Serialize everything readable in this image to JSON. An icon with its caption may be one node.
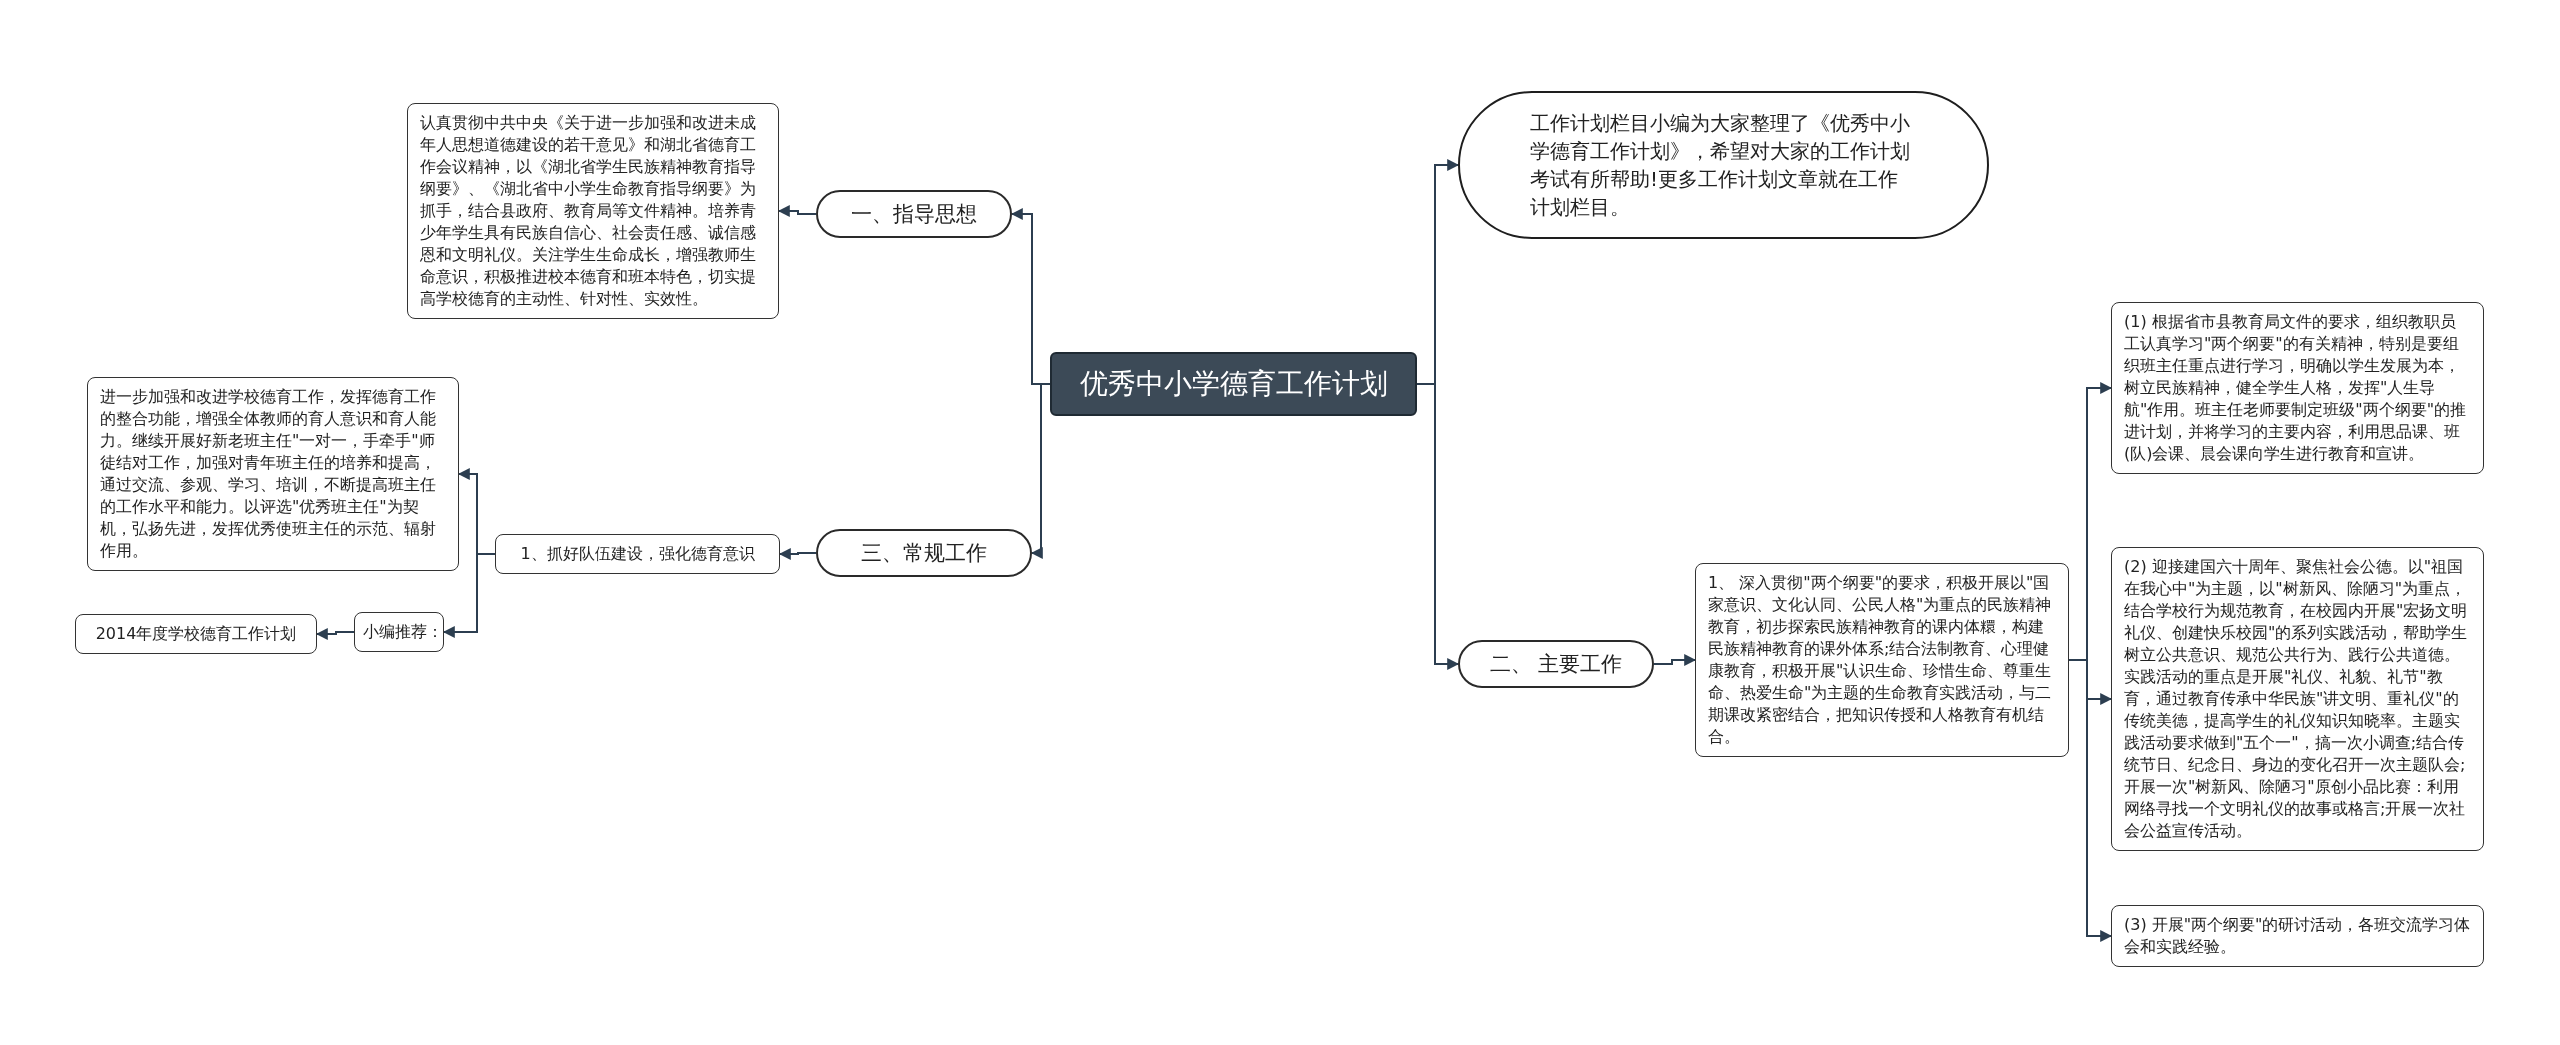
{
  "diagram": {
    "nodes": [
      {
        "text": [
          "优秀中小学德育工作计划"
        ]
      },
      {
        "text": [
          "工作计划栏目小编为大家整理了《优秀中小学德育工作计划》，希望对大家的工作计划考试有所帮助!更多工作计划文章就在工作计划栏目。"
        ]
      },
      {
        "text": [
          "一、指导思想"
        ]
      },
      {
        "text": [
          "认真贯彻中共中央《关于进一步加强和改进未成年人思想道德建设的若干意见》和湖北省德育工作会议精神，以《湖北省学生民族精神教育指导纲要》、《湖北省中小学生命教育指导纲要》为抓手，结合县政府、教育局等文件精神。培养青少年学生具有民族自信心、社会责任感、诚信感恩和文明礼仪。关注学生生命成长，增强教师生命意识，积极推进校本德育和班本特色，切实提高学校德育的主动性、针对性、实效性。"
        ]
      },
      {
        "text": [
          "二、 主要工作"
        ]
      },
      {
        "text": [
          "1、 深入贯彻\"两个纲要\"的要求，积极开展以\"国家意识、文化认同、公民人格\"为重点的民族精神教育，初步探索民族精神教育的课内体糫，构建民族精神教育的课外体系;结合法制教育、心理健康教育，积极开展\"认识生命、珍惜生命、尊重生命、热爱生命\"为主题的生命教育实践活动，与二期课改紧密结合，把知识传授和人格教育有机结合。"
        ]
      },
      {
        "text": [
          "(1) 根据省市县教育局文件的要求，组织教职员工认真学习\"两个纲要\"的有关精神，特别是要组织班主任重点进行学习，明确以学生发展为本，树立民族精神，健全学生人格，发挥\"人生导航\"作用。班主任老师要制定班级\"两个纲要\"的推进计划，并将学习的主要内容，利用思品课、班(队)会课、晨会课向学生进行教育和宣讲。"
        ]
      },
      {
        "text": [
          "(2) 迎接建国六十周年、聚焦社会公德。以\"祖国在我心中\"为主题，以\"树新风、除陋习\"为重点，结合学校行为规范教育，在校园内开展\"宏扬文明礼仪、创建快乐校园\"的系列实践活动，帮助学生树立公共意识、规范公共行为、践行公共道德。实践活动的重点是开展\"礼仪、礼貌、礼节\"教育，通过教育传承中华民族\"讲文明、重礼仪\"的传统美德，提高学生的礼仪知识知晓率。主题实践活动要求做到\"五个一\"，搞一次小调查;结合传统节日、纪念日、身边的变化召开一次主题队会;开展一次\"树新风、除陋习\"原创小品比赛：利用网络寻找一个文明礼仪的故事或格言;开展一次社会公益宣传活动。"
        ]
      },
      {
        "text": [
          "(3) 开展\"两个纲要\"的研讨活动，各班交流学习体会和实践经验。"
        ]
      },
      {
        "text": [
          "三、常规工作"
        ]
      },
      {
        "text": [
          "1、抓好队伍建设，强化德育意识"
        ]
      },
      {
        "text": [
          "进一步加强和改进学校德育工作，发挥德育工作的整合功能，增强全体教师的育人意识和育人能力。继续开展好新老班主任\"一对一，手牵手\"师徒结对工作，加强对青年班主任的培养和提高，通过交流、参观、学习、培训，不断提高班主任的工作水平和能力。以评选\"优秀班主任\"为契机，弘扬先进，发挥优秀使班主任的示范、辐射作用。"
        ]
      },
      {
        "text": [
          "小编推荐："
        ]
      },
      {
        "text": [
          "2014年度学校德育工作计划"
        ]
      }
    ],
    "edges": [
      {
        "from": 0,
        "to": 1,
        "arrow": "to"
      },
      {
        "from": 0,
        "to": 2,
        "arrow": "to"
      },
      {
        "from": 2,
        "to": 3,
        "arrow": "to"
      },
      {
        "from": 0,
        "to": 4,
        "arrow": "to"
      },
      {
        "from": 4,
        "to": 5,
        "arrow": "to"
      },
      {
        "from": 5,
        "to": 6,
        "arrow": "to"
      },
      {
        "from": 5,
        "to": 7,
        "arrow": "to"
      },
      {
        "from": 5,
        "to": 8,
        "arrow": "to"
      },
      {
        "from": 0,
        "to": 9,
        "arrow": "to"
      },
      {
        "from": 9,
        "to": 10,
        "arrow": "to"
      },
      {
        "from": 10,
        "to": 11,
        "arrow": "to"
      },
      {
        "from": 10,
        "to": 12,
        "arrow": "to"
      },
      {
        "from": 12,
        "to": 13,
        "arrow": "to"
      }
    ]
  }
}
